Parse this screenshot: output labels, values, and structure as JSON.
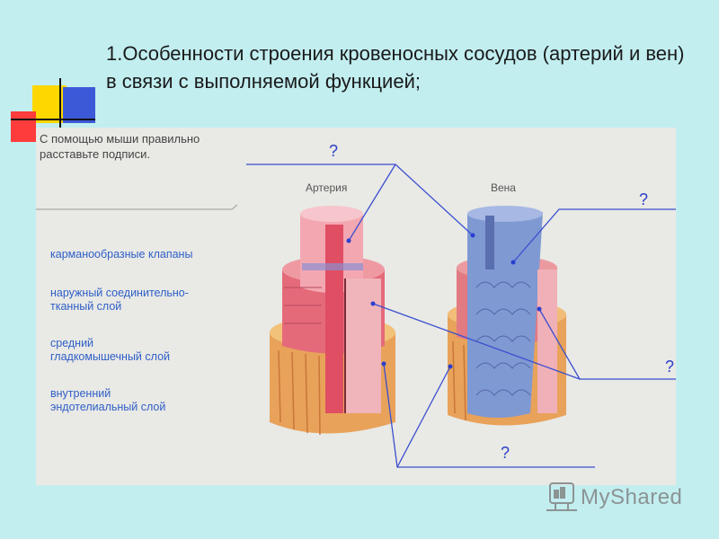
{
  "slide": {
    "title": "1.Особенности строения кровеносных сосудов (артерий и вен) в связи с выполняемой функцией;"
  },
  "diagram": {
    "instruction": "С помощью мыши правильно расставьте подписи.",
    "labels": [
      "карманообразные клапаны",
      "наружный соединительно-\nтканный слой",
      "средний\nгладкомышечный слой",
      "внутренний\nэндотелиальный слой"
    ],
    "vessel_labels": {
      "artery": "Артерия",
      "vein": "Вена"
    },
    "question_marks": [
      "?",
      "?",
      "?",
      "?"
    ]
  },
  "watermark": {
    "text": "MyShared"
  },
  "colors": {
    "background": "#c2eef0",
    "panel": "#e9e9e5",
    "label_blue": "#2f5fc8",
    "question_blue": "#2a3fc8",
    "artery_red": "#e46a7a",
    "vein_blue": "#7f99d2",
    "muscle_orange": "#e8a25a"
  }
}
